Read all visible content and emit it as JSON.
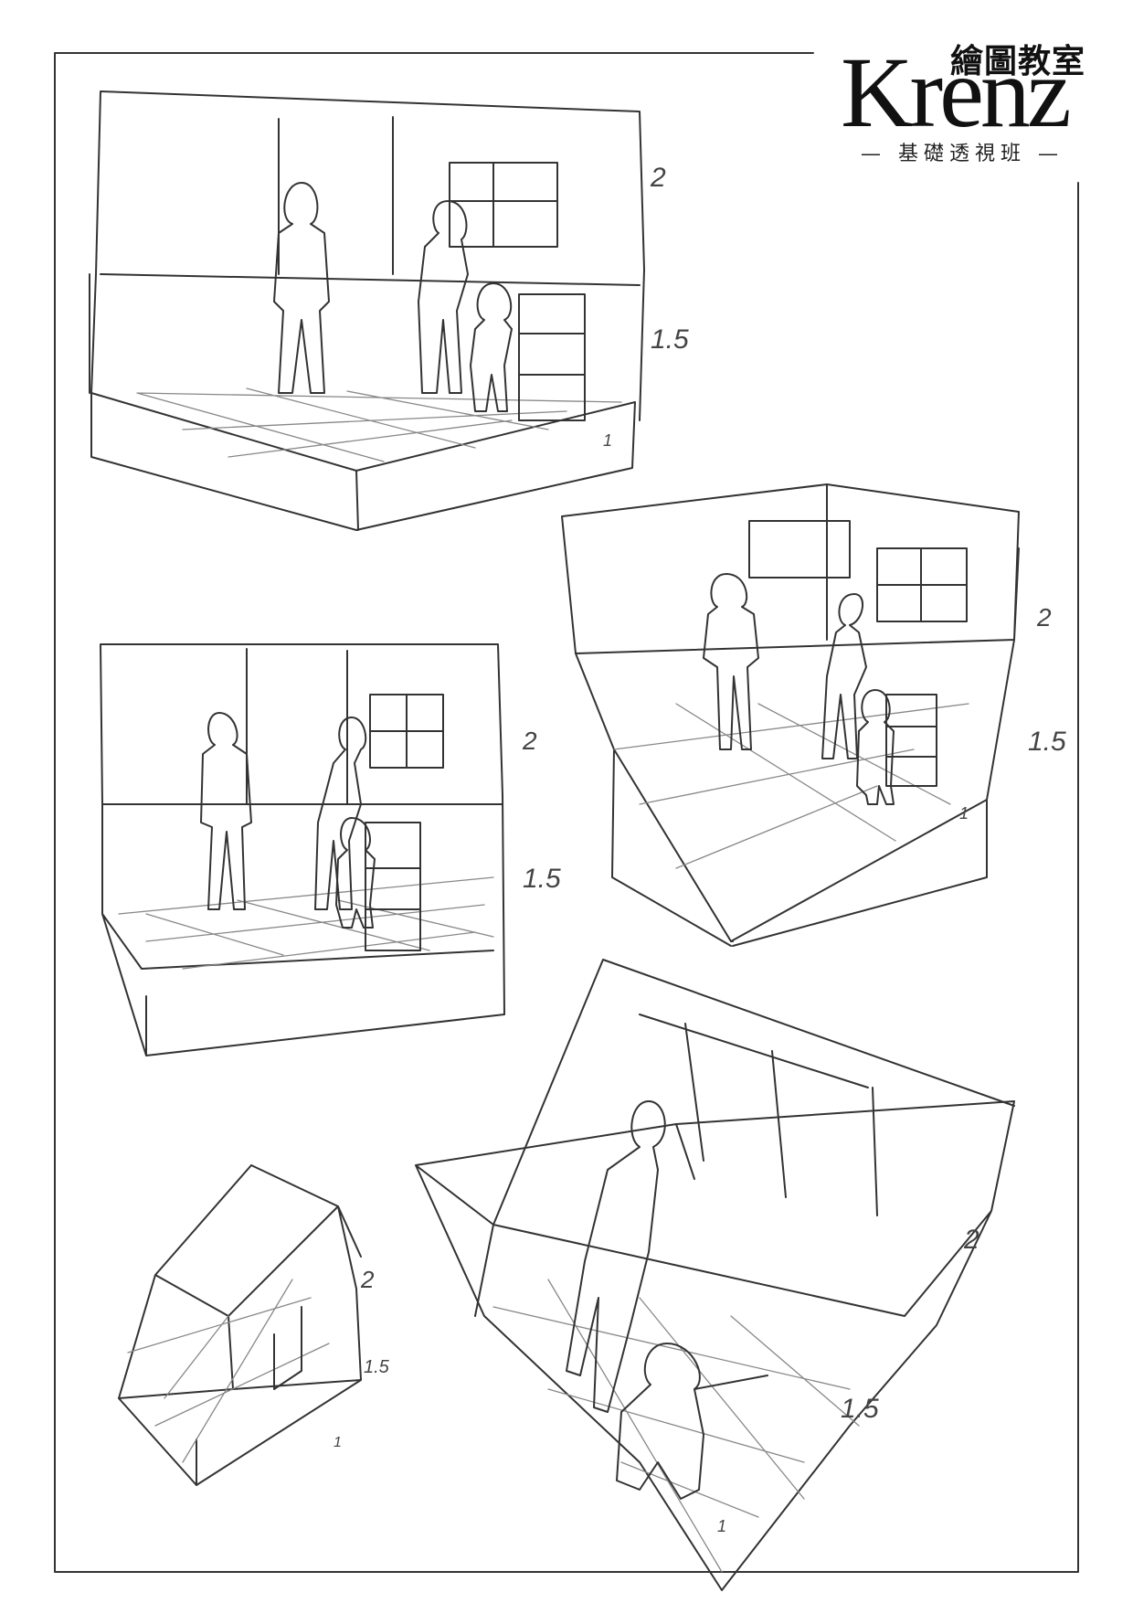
{
  "logo": {
    "cjk_title": "繪圖教室",
    "wordmark": "Krenz",
    "subtitle": "— 基礎透視班 —"
  },
  "sketches": [
    {
      "labels": [
        "2",
        "1.5",
        "1"
      ]
    },
    {
      "labels": [
        "2",
        "1.5",
        "1"
      ]
    },
    {
      "labels": [
        "2",
        "1.5"
      ]
    },
    {
      "labels": [
        "2",
        "1.5",
        "1"
      ]
    },
    {
      "labels": [
        "2",
        "1.5",
        "1"
      ]
    }
  ]
}
